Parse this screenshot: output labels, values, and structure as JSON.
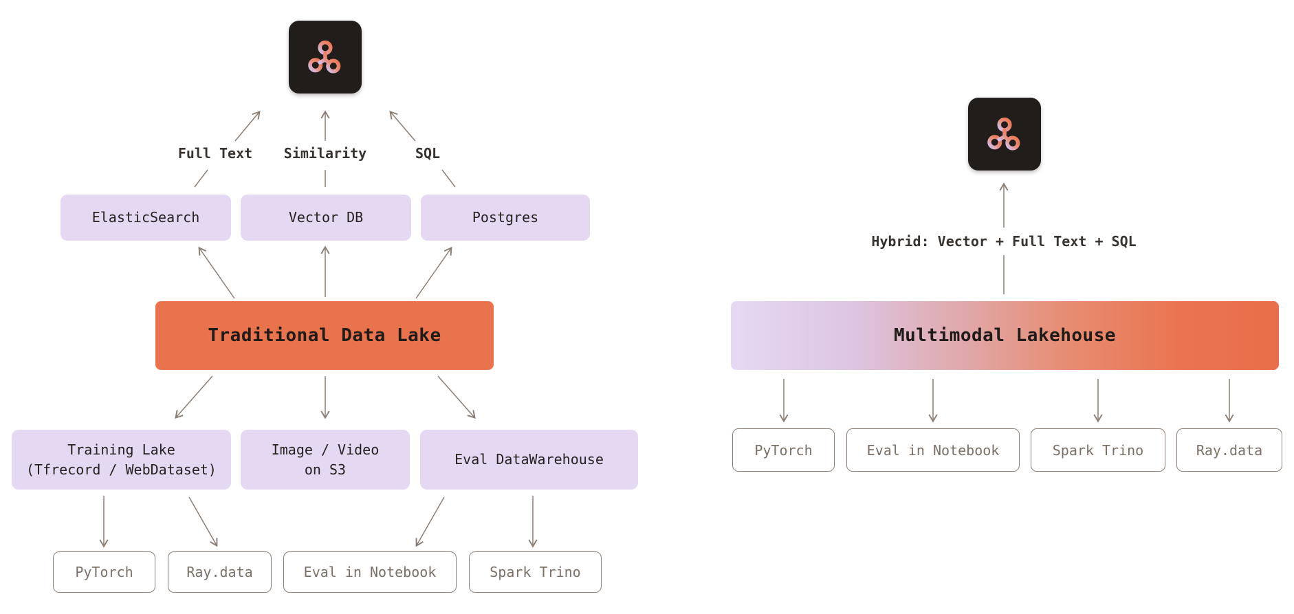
{
  "left": {
    "labels": {
      "full_text": "Full Text",
      "similarity": "Similarity",
      "sql": "SQL"
    },
    "engines": [
      "ElasticSearch",
      "Vector DB",
      "Postgres"
    ],
    "lake_title": "Traditional Data Lake",
    "stores": [
      {
        "line1": "Training Lake",
        "line2": "(Tfrecord / WebDataset)"
      },
      {
        "line1": "Image / Video",
        "line2": "on S3"
      },
      {
        "line1": "Eval DataWarehouse",
        "line2": ""
      }
    ],
    "consumers": [
      "PyTorch",
      "Ray.data",
      "Eval in Notebook",
      "Spark Trino"
    ]
  },
  "right": {
    "hybrid_label": "Hybrid: Vector + Full Text + SQL",
    "lakehouse_title": "Multimodal Lakehouse",
    "consumers": [
      "PyTorch",
      "Eval in Notebook",
      "Spark Trino",
      "Ray.data"
    ]
  },
  "icons": {
    "logo": "lancedb-logo"
  },
  "colors": {
    "purple_box": "#e4d8f3",
    "orange_box": "#e9734d",
    "icon_background": "#211d1b",
    "arrow": "#8a7e74",
    "white_box_border": "#8b7f75",
    "logo_gradient_start": "#cfc2f0",
    "logo_gradient_end": "#ef7550"
  }
}
